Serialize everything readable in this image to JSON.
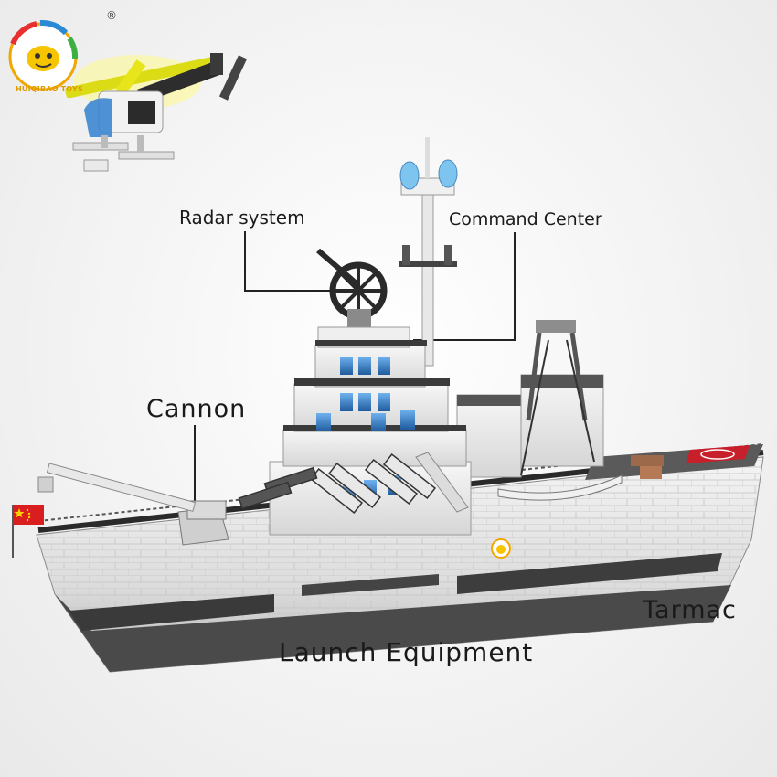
{
  "brand": {
    "name": "HUIQIBAO TOYS",
    "registered_mark": "®"
  },
  "callouts": {
    "radar": "Radar system",
    "command": "Command Center",
    "cannon": "Cannon",
    "tarmac": "Tarmac",
    "launch": "Launch Equipment"
  },
  "colors": {
    "background": "#f2f2f2",
    "hull_light": "#e6e6e6",
    "hull_dark": "#4a4a4a",
    "window_blue": "#3a7fc8",
    "helipad_red": "#c8202a",
    "flag_red": "#d81e1e",
    "flag_star": "#ffd200",
    "helicopter_yellow": "#e8e61a"
  }
}
